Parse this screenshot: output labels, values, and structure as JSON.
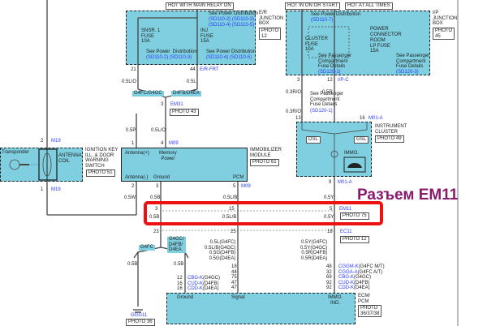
{
  "top_labels": {
    "main_relay": "HOT WITH MAIN RELAY ON",
    "on_start": "HOT IN ON OR START",
    "all_times": "HOT AT ALL TIMES"
  },
  "er_box": {
    "name": "E/R\nJUNCTION\nBOX",
    "photo": "PHOTO\n12",
    "see_top": "See Power Distribution",
    "see_top_refs": "(SD110-2) (SD110-3)\n(SD110-4) (SD110-5)",
    "fuse1": "SNSR. 1\nFUSE\n10A",
    "fuse2": "INJ\nFUSE\n15A",
    "see_left": "See Power  Distribution",
    "see_left_refs": "(SD110-2) (SD110-3)",
    "see_right": "See Power Distribution",
    "see_right_refs": "(SD110-4) (SD110-5)",
    "pin_left": "21",
    "pin_right": "44",
    "connector": "E/R-FRT",
    "wire_left": "0.5L/O",
    "wire_right": "0.5L",
    "tag_left": "G4FC/G4GC",
    "tag_right": "D4FB/D4EA",
    "em31_pin": "3",
    "em31": "EM31",
    "em31_photo": "PHOTO 43"
  },
  "ip_box": {
    "name": "I/P\nJUNCTION\nBOX",
    "photo": "PHOTO\n45",
    "see_top": "See Power Distribution",
    "see_top_ref": "(SD110-7)",
    "fuse1": "CLUSTER\nFUSE\n10A",
    "fuse2": "ROOM\nLP FUSE\n15A",
    "power_connector": "POWER\nCONNECTOR",
    "see_left": "See Passenger\nCompartment\nFuse Details",
    "see_left_ref": "(SD120-1)",
    "see_right": "See Passenger\nCompartment\nFuse Details",
    "see_right_ref": "(SD120-3)",
    "pin_left": "3",
    "pin_right": "12",
    "connector": "I/P-C",
    "wire1": "0.3R/O",
    "wire2": "0.5R",
    "wire3": "0.3R/O",
    "see_mid": "See Passenger\nCompartment\nFuse Details",
    "see_mid_ref": "(SD120-1)"
  },
  "cluster": {
    "pin13": "13",
    "pin16": "16",
    "connector": "M01-A",
    "name": "INSTRUMENT\nCLUSTER",
    "photo": "PHOTO 49",
    "dsl": "DSL",
    "gsl": "GSL",
    "immo": "IMMO.",
    "pin9": "9",
    "connector2": "M01-A"
  },
  "ign_switch": {
    "transponder": "Transponder",
    "antenna": "ANTENNA\nCOIL",
    "name": "IGNITION KEY\nILL. & DOOR\nWARNING\nSWITCH",
    "photo": "PHOTO 51",
    "pin2": "2",
    "pin1": "1",
    "connector": "M19"
  },
  "immobilizer": {
    "name": "IMMOBILIZER\nMODULE",
    "photo": "PHOTO 61",
    "antenna_pos": "Antenna(+)",
    "memory": "Memory\nPower",
    "antenna_neg": "Antenna(-)",
    "ground": "Ground",
    "pcm": "PCM",
    "pin1": "1",
    "pin4": "4",
    "pin2": "2",
    "pin3": "3",
    "pin5": "5",
    "connector": "M09",
    "wire_p": "0.5P",
    "wire_lo": "0.5L/O",
    "wire_w": "0.5W",
    "wire_b": "0.5B",
    "wire_lb": "0.5L/B"
  },
  "em11": {
    "annotation": "Разъем EM11",
    "pin3": "3",
    "pin15": "15",
    "pin5": "5",
    "connector": "EM11",
    "photo": "PHOTO 75",
    "wire_b": "0.5B",
    "wire_lb": "0.5L/B",
    "wire_y": "0.5Y",
    "wire_y_top": "0.5Y"
  },
  "lower": {
    "pin23": "23",
    "pin25": "25",
    "pin18": "18",
    "connector": "EC11",
    "photo": "PHOTO 12",
    "tag_g4fc": "G4FC",
    "tag_multi": "G4GC/\nD4FB/\nD4EA",
    "wire_b1": "0.5B",
    "wire_b2": "0.5B",
    "signal_wires": "0.5L(G4FC)\n0.5L/B(G4GC)\n0.5G(D4FB)\n0.5G(D4EA)",
    "signal_pins": "18\n44\n75\n47\n47",
    "immo_wires": "0.5Y(G4FC)\n0.5Y(G4GC)\n0.5R(D4FB)\n0.5R(D4EA)",
    "ground_pins": "12\n16\n16",
    "ground_conns": [
      "CBG-K",
      "CUD-K",
      "CDD-K"
    ],
    "ground_variants": [
      "(G4GC)",
      "(D4FB)",
      "(D4EA)"
    ],
    "immo_pins": "48\n32\n69\n92\n92",
    "immo_conns": [
      "CGGM-K",
      "CGGA-A",
      "CBG-K",
      "CUD-K",
      "CDD-K"
    ],
    "immo_variants": [
      "(G4FC M/T)",
      "(G4FC A/T)",
      "(G4GC)",
      "(D4FB)",
      "(D4EA)"
    ],
    "ground_pt": "GGG11",
    "ground_photo": "PHOTO 36",
    "ecm_ground": "Ground",
    "ecm_signal": "Signal",
    "ecm_immo": "IMMO.\nIND.",
    "ecm_name": "ECM/\nPCM",
    "ecm_photo": "PHOTO\n36/37/38"
  }
}
